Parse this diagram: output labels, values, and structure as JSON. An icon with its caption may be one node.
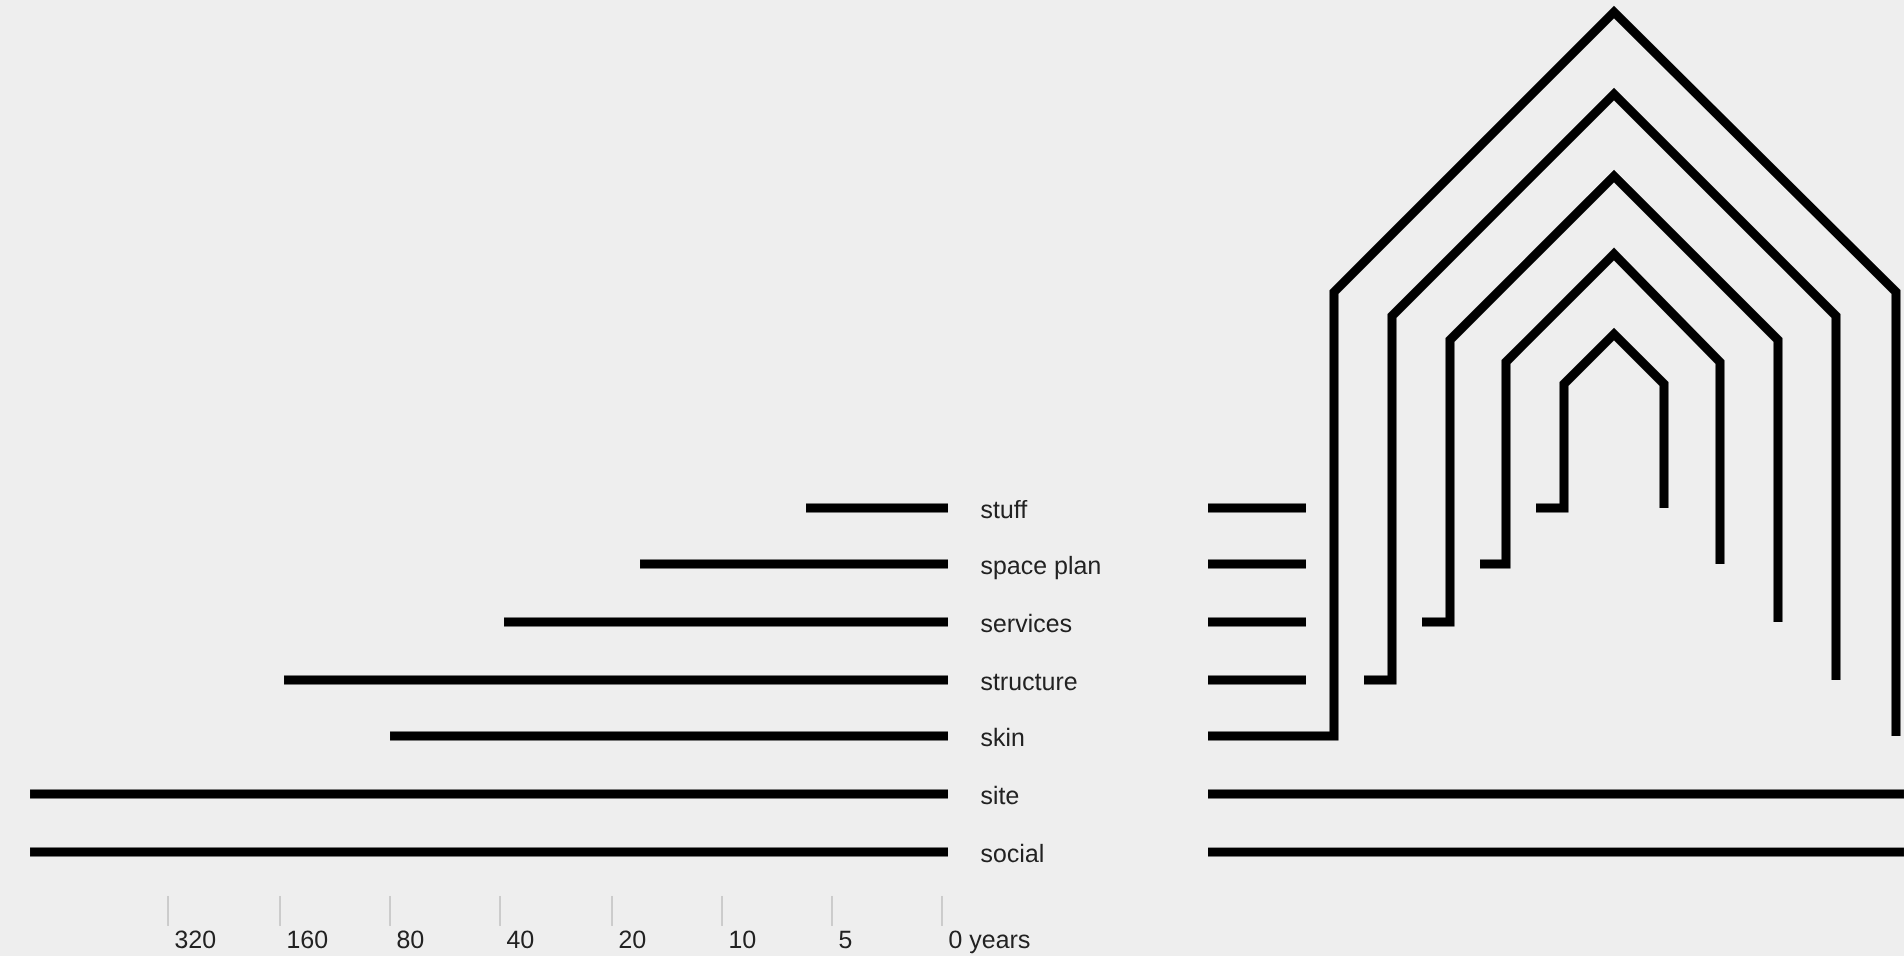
{
  "diagram": {
    "labels": [
      "stuff",
      "space plan",
      "services",
      "structure",
      "skin",
      "site",
      "social",
      "320",
      "160",
      "80",
      "40",
      "20",
      "10",
      "5",
      "0 years"
    ]
  }
}
